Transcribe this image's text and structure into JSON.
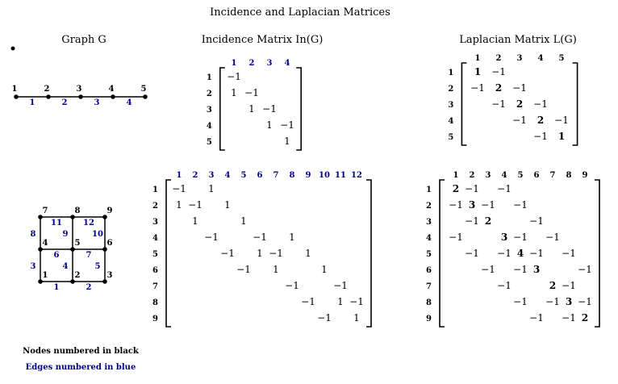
{
  "title": "Incidence and Laplacian Matrices",
  "headings": {
    "graph": "Graph G",
    "incidence": "Incidence Matrix In(G)",
    "laplacian": "Laplacian Matrix L(G)"
  },
  "legend": {
    "nodes": "Nodes numbered in black",
    "edges": "Edges numbered in blue"
  },
  "colors": {
    "node_labels": "#000000",
    "edge_labels": "#00008b",
    "lines": "#000000"
  },
  "path_graph": {
    "nodes": [
      "1",
      "2",
      "3",
      "4",
      "5"
    ],
    "edges": [
      "1",
      "2",
      "3",
      "4"
    ]
  },
  "grid_graph": {
    "nodes": [
      "1",
      "2",
      "3",
      "4",
      "5",
      "6",
      "7",
      "8",
      "9"
    ],
    "edges": [
      "1",
      "2",
      "3",
      "4",
      "5",
      "6",
      "7",
      "8",
      "9",
      "10",
      "11",
      "12"
    ]
  },
  "matrices": {
    "incidence_small": {
      "col_labels": [
        "1",
        "2",
        "3",
        "4"
      ],
      "row_labels": [
        "1",
        "2",
        "3",
        "4",
        "5"
      ],
      "cells": [
        [
          "−1",
          "",
          "",
          ""
        ],
        [
          "1",
          "−1",
          "",
          ""
        ],
        [
          "",
          "1",
          "−1",
          ""
        ],
        [
          "",
          "",
          "1",
          "−1"
        ],
        [
          "",
          "",
          "",
          "1"
        ]
      ]
    },
    "laplacian_small": {
      "col_labels": [
        "1",
        "2",
        "3",
        "4",
        "5"
      ],
      "row_labels": [
        "1",
        "2",
        "3",
        "4",
        "5"
      ],
      "cells": [
        [
          "1",
          "−1",
          "",
          "",
          ""
        ],
        [
          "−1",
          "2",
          "−1",
          "",
          ""
        ],
        [
          "",
          "−1",
          "2",
          "−1",
          ""
        ],
        [
          "",
          "",
          "−1",
          "2",
          "−1"
        ],
        [
          "",
          "",
          "",
          "−1",
          "1"
        ]
      ]
    },
    "incidence_large": {
      "col_labels": [
        "1",
        "2",
        "3",
        "4",
        "5",
        "6",
        "7",
        "8",
        "9",
        "10",
        "11",
        "12"
      ],
      "row_labels": [
        "1",
        "2",
        "3",
        "4",
        "5",
        "6",
        "7",
        "8",
        "9"
      ],
      "cells": [
        [
          "−1",
          "",
          "1",
          "",
          "",
          "",
          "",
          "",
          "",
          "",
          "",
          ""
        ],
        [
          "1",
          "−1",
          "",
          "1",
          "",
          "",
          "",
          "",
          "",
          "",
          "",
          ""
        ],
        [
          "",
          "1",
          "",
          "",
          "1",
          "",
          "",
          "",
          "",
          "",
          "",
          ""
        ],
        [
          "",
          "",
          "−1",
          "",
          "",
          "−1",
          "",
          "1",
          "",
          "",
          "",
          ""
        ],
        [
          "",
          "",
          "",
          "−1",
          "",
          "1",
          "−1",
          "",
          "1",
          "",
          "",
          ""
        ],
        [
          "",
          "",
          "",
          "",
          "−1",
          "",
          "1",
          "",
          "",
          "1",
          "",
          ""
        ],
        [
          "",
          "",
          "",
          "",
          "",
          "",
          "",
          "−1",
          "",
          "",
          "−1",
          ""
        ],
        [
          "",
          "",
          "",
          "",
          "",
          "",
          "",
          "",
          "−1",
          "",
          "1",
          "−1"
        ],
        [
          "",
          "",
          "",
          "",
          "",
          "",
          "",
          "",
          "",
          "−1",
          "",
          "1"
        ]
      ]
    },
    "laplacian_large": {
      "col_labels": [
        "1",
        "2",
        "3",
        "4",
        "5",
        "6",
        "7",
        "8",
        "9"
      ],
      "row_labels": [
        "1",
        "2",
        "3",
        "4",
        "5",
        "6",
        "7",
        "8",
        "9"
      ],
      "cells": [
        [
          "2",
          "−1",
          "",
          "−1",
          "",
          "",
          "",
          "",
          ""
        ],
        [
          "−1",
          "3",
          "−1",
          "",
          "−1",
          "",
          "",
          "",
          ""
        ],
        [
          "",
          "−1",
          "2",
          "",
          "",
          "−1",
          "",
          "",
          ""
        ],
        [
          "−1",
          "",
          "",
          "3",
          "−1",
          "",
          "−1",
          "",
          ""
        ],
        [
          "",
          "−1",
          "",
          "−1",
          "4",
          "−1",
          "",
          "−1",
          ""
        ],
        [
          "",
          "",
          "−1",
          "",
          "−1",
          "3",
          "",
          "",
          "−1"
        ],
        [
          "",
          "",
          "",
          "−1",
          "",
          "",
          "2",
          "−1",
          ""
        ],
        [
          "",
          "",
          "",
          "",
          "−1",
          "",
          "−1",
          "3",
          "−1"
        ],
        [
          "",
          "",
          "",
          "",
          "",
          "−1",
          "",
          "−1",
          "2"
        ]
      ]
    }
  }
}
